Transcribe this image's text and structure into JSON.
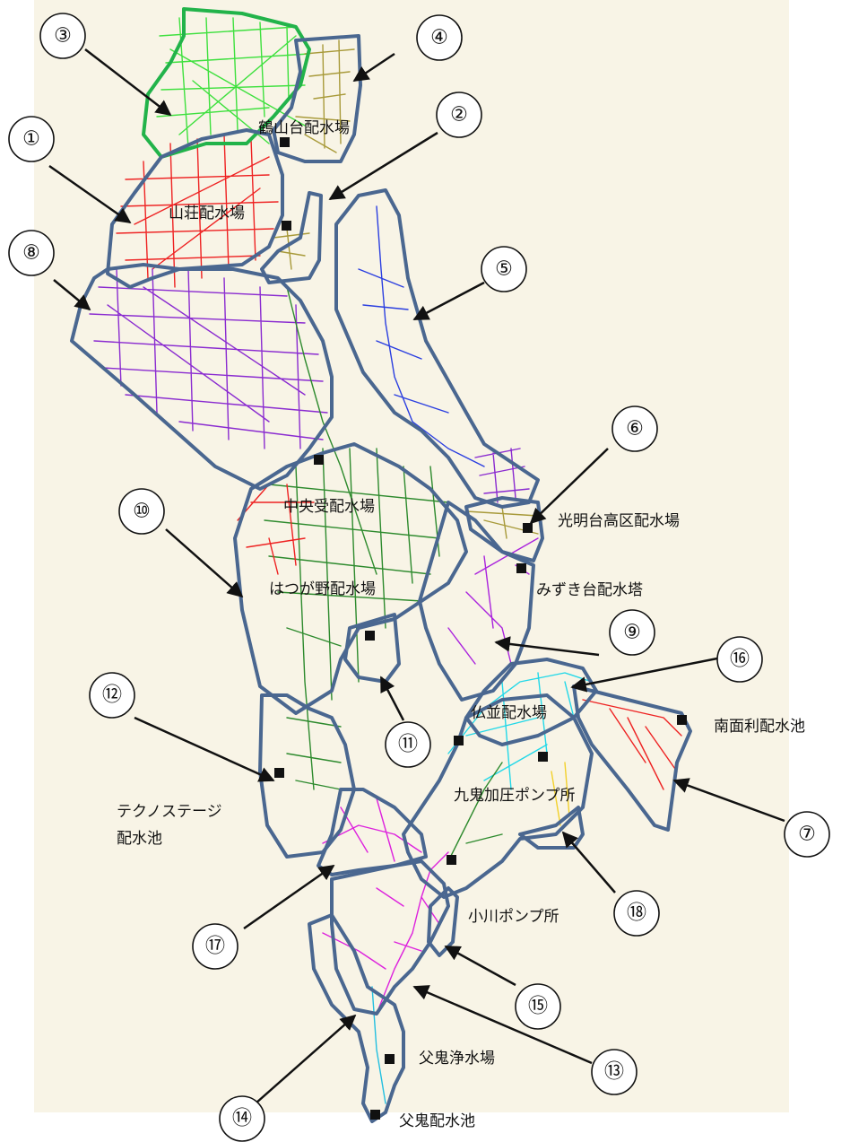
{
  "colors": {
    "background_area": "#f8f4e6",
    "zone_outline": "#4a6790",
    "zone3_outline": "#22b34a"
  },
  "facilities": {
    "tsuruyamadai": "鶴山台配水場",
    "sanso": "山荘配水場",
    "chuo": "中央受配水場",
    "komyodai": "光明台高区配水場",
    "mizukidai": "みずき台配水塔",
    "hatsugano": "はつが野配水場",
    "butsunami": "仏並配水場",
    "minamimenri": "南面利配水池",
    "technostage_1": "テクノステージ",
    "technostage_2": "配水池",
    "kuki": "九鬼加圧ポンプ所",
    "ogawa": "小川ポンプ所",
    "chichioni_plant": "父鬼浄水場",
    "chichioni_pool": "父鬼配水池"
  },
  "zones": {
    "z1": "①",
    "z2": "②",
    "z3": "③",
    "z4": "④",
    "z5": "⑤",
    "z6": "⑥",
    "z7": "⑦",
    "z8": "⑧",
    "z9": "⑨",
    "z10": "⑩",
    "z11": "⑪",
    "z12": "⑫",
    "z13": "⑬",
    "z14": "⑭",
    "z15": "⑮",
    "z16": "⑯",
    "z17": "⑰",
    "z18": "⑱"
  }
}
